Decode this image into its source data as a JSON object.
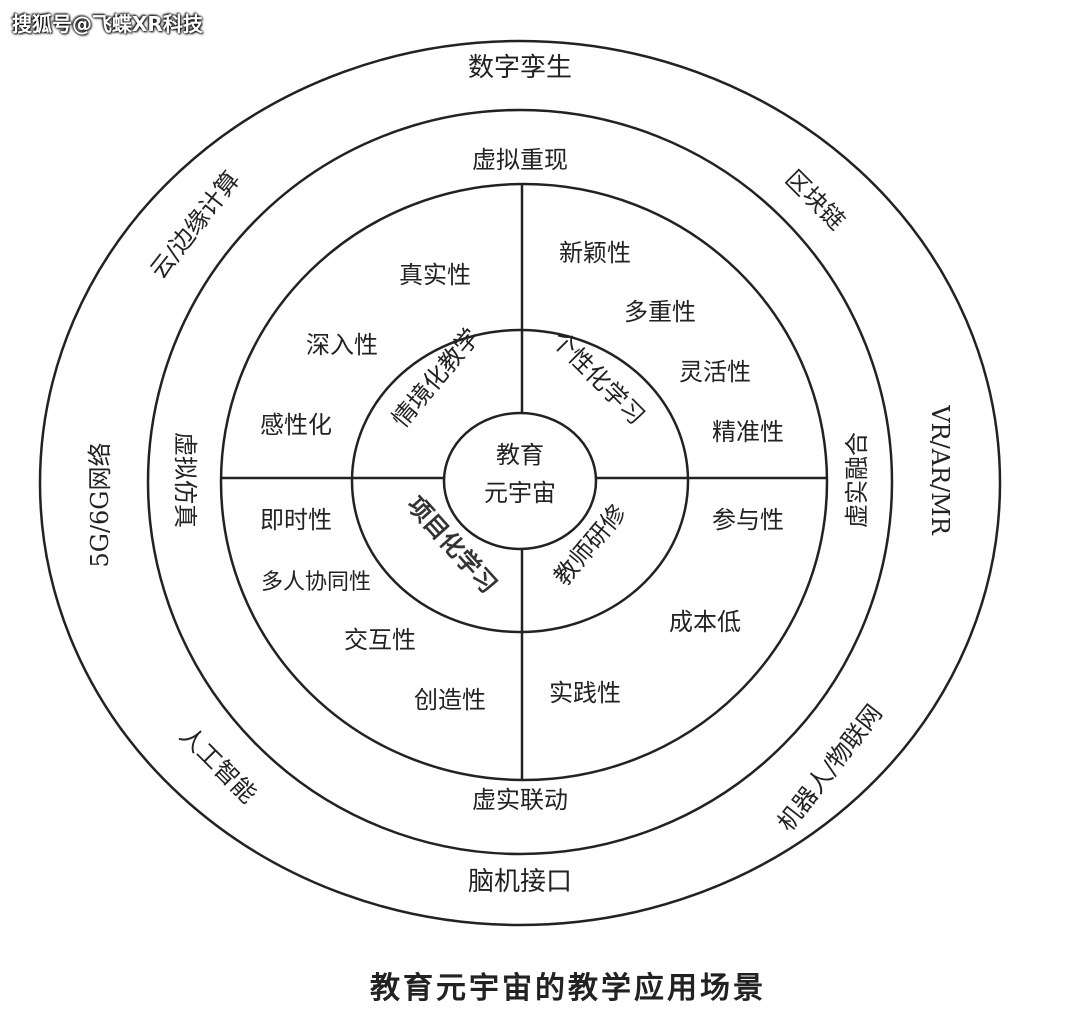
{
  "watermark": "搜狐号@飞蝶XR科技",
  "caption": "教育元宇宙的教学应用场景",
  "center": {
    "line1": "教育",
    "line2": "元宇宙"
  },
  "outer_ring": [
    "数字孪生",
    "区块链",
    "VR/AR/MR",
    "机器人/物联网",
    "脑机接口",
    "人工智能",
    "5G/6G网络",
    "云/边缘计算"
  ],
  "second_ring": [
    "虚拟重现",
    "虚实融合",
    "虚实联动",
    "虚拟仿真"
  ],
  "inner_ring": [
    "情境化教学",
    "个性化学习",
    "教师研修",
    "项目化学习"
  ],
  "quadrants": {
    "top_left": [
      "真实性",
      "深入性",
      "感性化"
    ],
    "top_right": [
      "新颖性",
      "多重性",
      "灵活性",
      "精准性"
    ],
    "bottom_left": [
      "即时性",
      "多人协同性",
      "交互性",
      "创造性"
    ],
    "bottom_right": [
      "参与性",
      "成本低",
      "实践性"
    ]
  }
}
